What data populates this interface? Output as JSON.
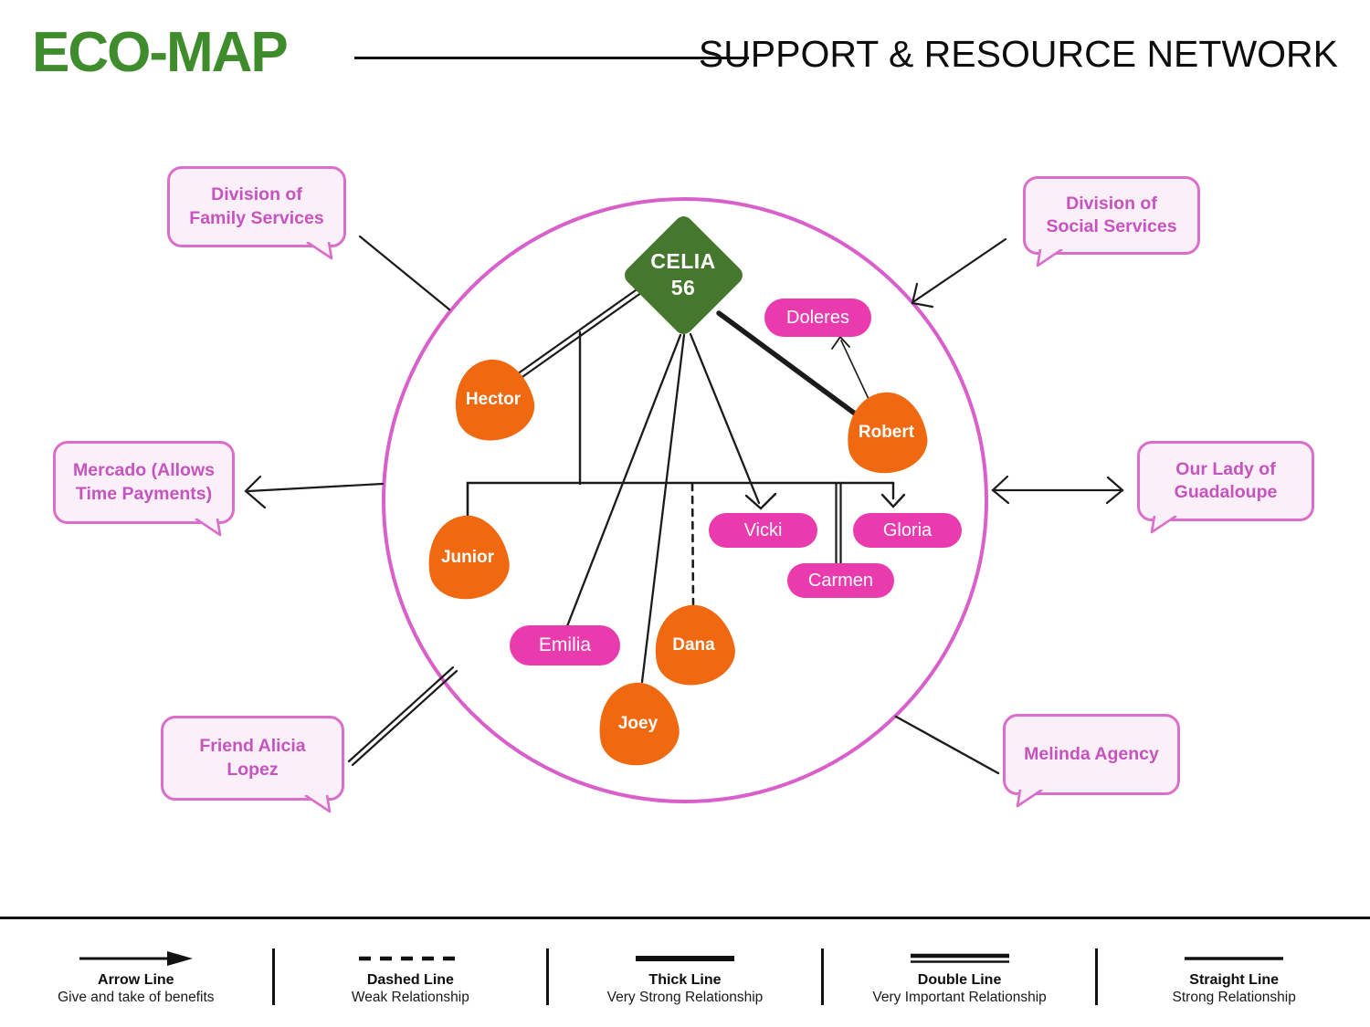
{
  "header": {
    "title": "ECO-MAP",
    "subtitle": "SUPPORT & RESOURCE NETWORK"
  },
  "center_node": {
    "name": "CELIA",
    "age": "56"
  },
  "nodes": {
    "hector": {
      "label": "Hector"
    },
    "robert": {
      "label": "Robert"
    },
    "junior": {
      "label": "Junior"
    },
    "dana": {
      "label": "Dana"
    },
    "joey": {
      "label": "Joey"
    }
  },
  "pills": {
    "doleres": {
      "label": "Doleres"
    },
    "vicki": {
      "label": "Vicki"
    },
    "gloria": {
      "label": "Gloria"
    },
    "carmen": {
      "label": "Carmen"
    },
    "emilia": {
      "label": "Emilia"
    }
  },
  "callouts": {
    "family_services": {
      "label": "Division of Family Services"
    },
    "social_services": {
      "label": "Division of Social Services"
    },
    "mercado": {
      "label": "Mercado (Allows Time Payments)"
    },
    "guadaloupe": {
      "label": "Our Lady of Guadaloupe"
    },
    "alicia": {
      "label": "Friend Alicia Lopez"
    },
    "melinda": {
      "label": "Melinda Agency"
    }
  },
  "legend": {
    "items": [
      {
        "glyph": "arrow-line",
        "label": "Arrow Line",
        "desc": "Give and take of benefits"
      },
      {
        "glyph": "dashed-line",
        "label": "Dashed Line",
        "desc": "Weak Relationship"
      },
      {
        "glyph": "thick-line",
        "label": "Thick Line",
        "desc": "Very Strong Relationship"
      },
      {
        "glyph": "double-line",
        "label": "Double Line",
        "desc": "Very Important Relationship"
      },
      {
        "glyph": "straight-line",
        "label": "Straight Line",
        "desc": "Strong Relationship"
      }
    ]
  },
  "edges": [
    {
      "from": "Celia",
      "to": "Hector",
      "style": "double"
    },
    {
      "from": "Celia",
      "to": "Junior",
      "style": "straight"
    },
    {
      "from": "Celia",
      "to": "Vicki",
      "style": "arrow"
    },
    {
      "from": "Celia",
      "to": "Gloria",
      "style": "arrow"
    },
    {
      "from": "Celia",
      "to": "Carmen",
      "style": "double"
    },
    {
      "from": "Celia",
      "to": "Dana",
      "style": "dashed"
    },
    {
      "from": "Celia",
      "to": "Emilia",
      "style": "straight"
    },
    {
      "from": "Celia",
      "to": "Joey",
      "style": "straight"
    },
    {
      "from": "Celia",
      "to": "Robert",
      "style": "thick"
    },
    {
      "from": "Robert",
      "to": "Doleres",
      "style": "arrow"
    },
    {
      "from": "network-circle",
      "to": "Division of Family Services",
      "style": "straight"
    },
    {
      "from": "network-circle",
      "to": "Division of Social Services",
      "style": "arrow"
    },
    {
      "from": "network-circle",
      "to": "Mercado (Allows Time Payments)",
      "style": "arrow"
    },
    {
      "from": "network-circle",
      "to": "Our Lady of Guadaloupe",
      "style": "double-arrow"
    },
    {
      "from": "network-circle",
      "to": "Friend Alicia Lopez",
      "style": "double"
    },
    {
      "from": "network-circle",
      "to": "Melinda Agency",
      "style": "straight"
    }
  ],
  "colors": {
    "title_green": "#3F8C2D",
    "diamond_green": "#45772E",
    "blob_orange": "#F0680F",
    "pill_pink": "#EA3BAE",
    "circle_pink": "#D95FCB",
    "callout_border": "#DA6ECB",
    "callout_fill": "#FBF0F9",
    "callout_text": "#C653BE",
    "line_black": "#1B1B1B"
  }
}
